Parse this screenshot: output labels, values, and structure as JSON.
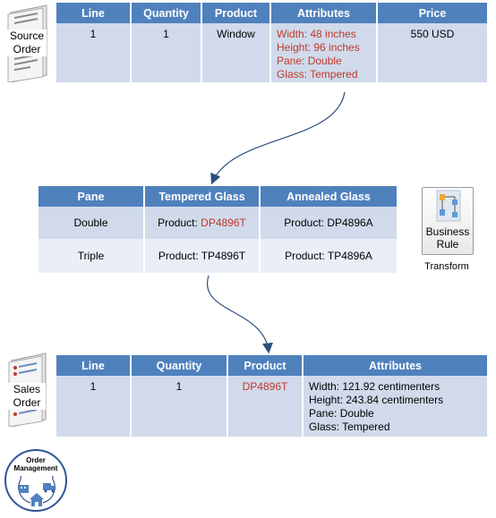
{
  "source_order": {
    "label_line1": "Source",
    "label_line2": "Order",
    "headers": [
      "Line",
      "Quantity",
      "Product",
      "Attributes",
      "Price"
    ],
    "row": {
      "line": "1",
      "quantity": "1",
      "product": "Window",
      "attributes": [
        "Width: 48 inches",
        "Height: 96 inches",
        "Pane: Double",
        "Glass: Tempered"
      ],
      "price": "550 USD"
    }
  },
  "mapping_table": {
    "headers": [
      "Pane",
      "Tempered Glass",
      "Annealed Glass"
    ],
    "rows": [
      {
        "pane": "Double",
        "tempered_prefix": "Product: ",
        "tempered_code": "DP4896T",
        "annealed": "Product: DP4896A"
      },
      {
        "pane": "Triple",
        "tempered_prefix": "Product: ",
        "tempered_code": "TP4896T",
        "annealed": "Product: TP4896A"
      }
    ]
  },
  "business_rule": {
    "label_line1": "Business",
    "label_line2": "Rule",
    "caption": "Transform"
  },
  "sales_order": {
    "label_line1": "Sales",
    "label_line2": "Order",
    "headers": [
      "Line",
      "Quantity",
      "Product",
      "Attributes"
    ],
    "row": {
      "line": "1",
      "quantity": "1",
      "product": "DP4896T",
      "attributes": [
        "Width: 121.92 centimenters",
        "Height: 243.84 centimenters",
        "Pane: Double",
        "Glass: Tempered"
      ]
    }
  },
  "order_management": {
    "line1": "Order",
    "line2": "Management"
  },
  "colors": {
    "header_blue": "#4f81bd",
    "row_blue": "#d0daeb",
    "row_light": "#e9eef7",
    "highlight_red": "#c0392b",
    "arrow": "#2e4f7a"
  }
}
